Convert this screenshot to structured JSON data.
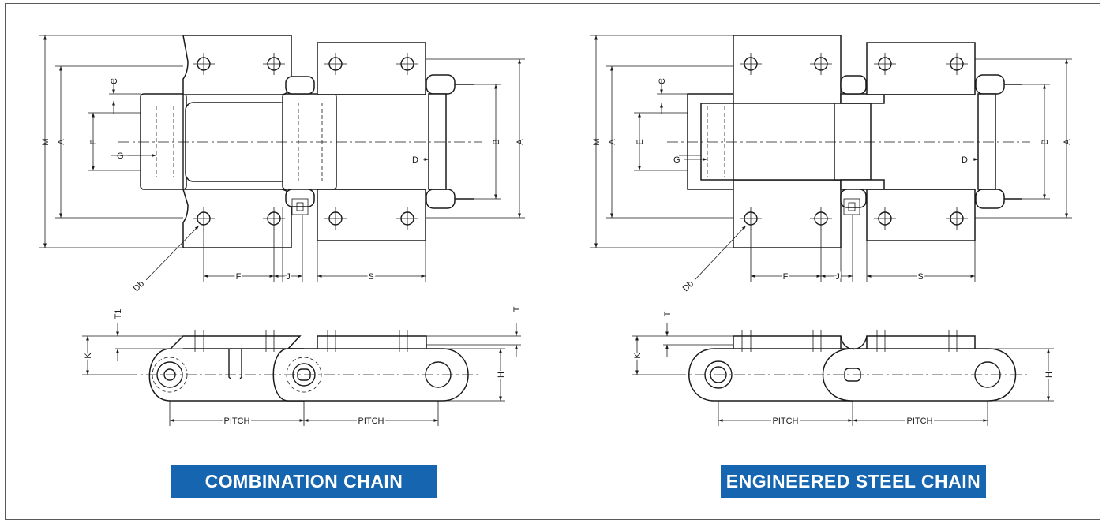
{
  "labels": {
    "combination": {
      "top": [
        "M",
        "A",
        "C",
        "E",
        "G",
        "D",
        "B",
        "A",
        "Db",
        "F",
        "J",
        "S"
      ],
      "side": [
        "T1",
        "T",
        "K",
        "H",
        "PITCH",
        "PITCH"
      ]
    },
    "engineered": {
      "top": [
        "M",
        "A",
        "C",
        "E",
        "G",
        "D",
        "B",
        "A",
        "Db",
        "F",
        "J",
        "S"
      ],
      "side": [
        "T",
        "K",
        "H",
        "PITCH",
        "PITCH"
      ]
    }
  },
  "titles": {
    "combination": "COMBINATION CHAIN",
    "engineered": "ENGINEERED STEEL CHAIN"
  },
  "colors": {
    "banner_bg": "#1565b0",
    "banner_text": "#ffffff",
    "line": "#1a1a1a",
    "frame": "#5a5a5a"
  }
}
